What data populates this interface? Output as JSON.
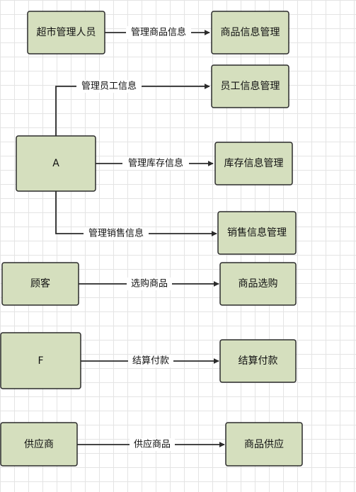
{
  "nodes": {
    "supermarket_admin": "超市管理人员",
    "product_info_mgmt": "商品信息管理",
    "a": "A",
    "employee_info_mgmt": "员工信息管理",
    "inventory_info_mgmt": "库存信息管理",
    "sales_info_mgmt": "销售信息管理",
    "customer": "顾客",
    "product_selection": "商品选购",
    "f": "F",
    "checkout_payment": "结算付款",
    "supplier": "供应商",
    "product_supply": "商品供应"
  },
  "edges": {
    "manage_product_info": "管理商品信息",
    "manage_employee_info": "管理员工信息",
    "manage_inventory_info": "管理库存信息",
    "manage_sales_info": "管理销售信息",
    "select_products": "选购商品",
    "checkout_pay": "结算付款",
    "supply_products": "供应商品"
  }
}
